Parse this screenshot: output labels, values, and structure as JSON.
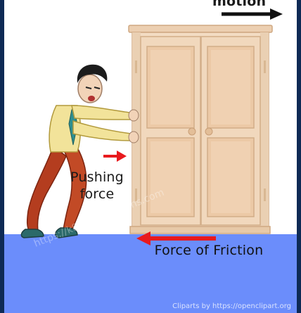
{
  "labels": {
    "motion": "motion",
    "pushing_line1": "Pushing",
    "pushing_line2": "force",
    "friction": "Force of Friction"
  },
  "watermark": "https://k8schoollessons.com",
  "credit": "Cliparts by https://openclipart.org",
  "colors": {
    "floor": "#6b8dfb",
    "arrow_red": "#e8191d",
    "wardrobe_light": "#f3dcc3",
    "wardrobe_mid": "#e7c9a8",
    "wardrobe_dark": "#cfa882",
    "frame": "#0e2a55"
  }
}
